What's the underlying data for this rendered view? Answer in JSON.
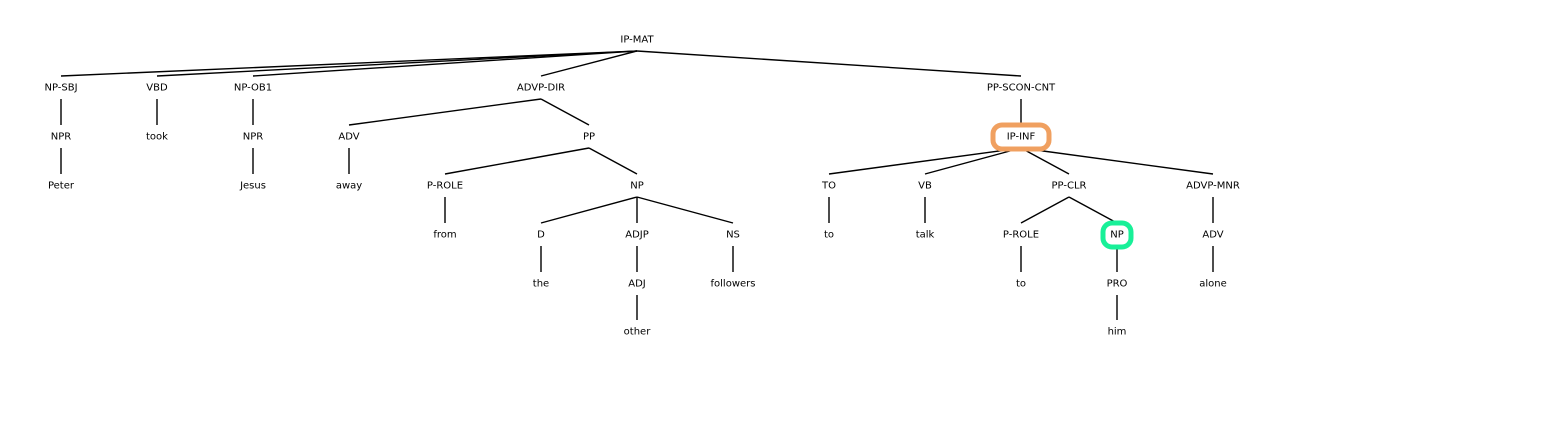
{
  "highlight_colors": {
    "orange": "#f0a060",
    "green": "#18f098"
  },
  "nodes": [
    {
      "id": "n0",
      "label": "IP-MAT",
      "highlight": ""
    },
    {
      "id": "n1",
      "label": "NP-SBJ",
      "highlight": ""
    },
    {
      "id": "n2",
      "label": "NPR",
      "highlight": ""
    },
    {
      "id": "n3",
      "label": "Peter",
      "highlight": ""
    },
    {
      "id": "n4",
      "label": "VBD",
      "highlight": ""
    },
    {
      "id": "n5",
      "label": "took",
      "highlight": ""
    },
    {
      "id": "n6",
      "label": "NP-OB1",
      "highlight": ""
    },
    {
      "id": "n7",
      "label": "NPR",
      "highlight": ""
    },
    {
      "id": "n8",
      "label": "Jesus",
      "highlight": ""
    },
    {
      "id": "n9",
      "label": "ADVP-DIR",
      "highlight": ""
    },
    {
      "id": "n10",
      "label": "ADV",
      "highlight": ""
    },
    {
      "id": "n11",
      "label": "away",
      "highlight": ""
    },
    {
      "id": "n12",
      "label": "PP",
      "highlight": ""
    },
    {
      "id": "n13",
      "label": "P-ROLE",
      "highlight": ""
    },
    {
      "id": "n14",
      "label": "from",
      "highlight": ""
    },
    {
      "id": "n15",
      "label": "NP",
      "highlight": ""
    },
    {
      "id": "n16",
      "label": "D",
      "highlight": ""
    },
    {
      "id": "n17",
      "label": "the",
      "highlight": ""
    },
    {
      "id": "n18",
      "label": "ADJP",
      "highlight": ""
    },
    {
      "id": "n19",
      "label": "ADJ",
      "highlight": ""
    },
    {
      "id": "n20",
      "label": "other",
      "highlight": ""
    },
    {
      "id": "n21",
      "label": "NS",
      "highlight": ""
    },
    {
      "id": "n22",
      "label": "followers",
      "highlight": ""
    },
    {
      "id": "n23",
      "label": "PP-SCON-CNT",
      "highlight": ""
    },
    {
      "id": "n24",
      "label": "IP-INF",
      "highlight": "orange"
    },
    {
      "id": "n25",
      "label": "TO",
      "highlight": ""
    },
    {
      "id": "n26",
      "label": "to",
      "highlight": ""
    },
    {
      "id": "n27",
      "label": "VB",
      "highlight": ""
    },
    {
      "id": "n28",
      "label": "talk",
      "highlight": ""
    },
    {
      "id": "n29",
      "label": "PP-CLR",
      "highlight": ""
    },
    {
      "id": "n30",
      "label": "P-ROLE",
      "highlight": ""
    },
    {
      "id": "n31",
      "label": "to",
      "highlight": ""
    },
    {
      "id": "n32",
      "label": "NP",
      "highlight": "green"
    },
    {
      "id": "n33",
      "label": "PRO",
      "highlight": ""
    },
    {
      "id": "n34",
      "label": "him",
      "highlight": ""
    },
    {
      "id": "n35",
      "label": "ADVP-MNR",
      "highlight": ""
    },
    {
      "id": "n36",
      "label": "ADV",
      "highlight": ""
    },
    {
      "id": "n37",
      "label": "alone",
      "highlight": ""
    }
  ],
  "edges": [
    [
      "n0",
      "n1"
    ],
    [
      "n1",
      "n2"
    ],
    [
      "n2",
      "n3"
    ],
    [
      "n0",
      "n4"
    ],
    [
      "n4",
      "n5"
    ],
    [
      "n0",
      "n6"
    ],
    [
      "n6",
      "n7"
    ],
    [
      "n7",
      "n8"
    ],
    [
      "n0",
      "n9"
    ],
    [
      "n9",
      "n10"
    ],
    [
      "n10",
      "n11"
    ],
    [
      "n9",
      "n12"
    ],
    [
      "n12",
      "n13"
    ],
    [
      "n13",
      "n14"
    ],
    [
      "n12",
      "n15"
    ],
    [
      "n15",
      "n16"
    ],
    [
      "n16",
      "n17"
    ],
    [
      "n15",
      "n18"
    ],
    [
      "n18",
      "n19"
    ],
    [
      "n19",
      "n20"
    ],
    [
      "n15",
      "n21"
    ],
    [
      "n21",
      "n22"
    ],
    [
      "n0",
      "n23"
    ],
    [
      "n23",
      "n24"
    ],
    [
      "n24",
      "n25"
    ],
    [
      "n25",
      "n26"
    ],
    [
      "n24",
      "n27"
    ],
    [
      "n27",
      "n28"
    ],
    [
      "n24",
      "n29"
    ],
    [
      "n29",
      "n30"
    ],
    [
      "n30",
      "n31"
    ],
    [
      "n29",
      "n32"
    ],
    [
      "n32",
      "n33"
    ],
    [
      "n33",
      "n34"
    ],
    [
      "n24",
      "n35"
    ],
    [
      "n35",
      "n36"
    ],
    [
      "n36",
      "n37"
    ]
  ]
}
